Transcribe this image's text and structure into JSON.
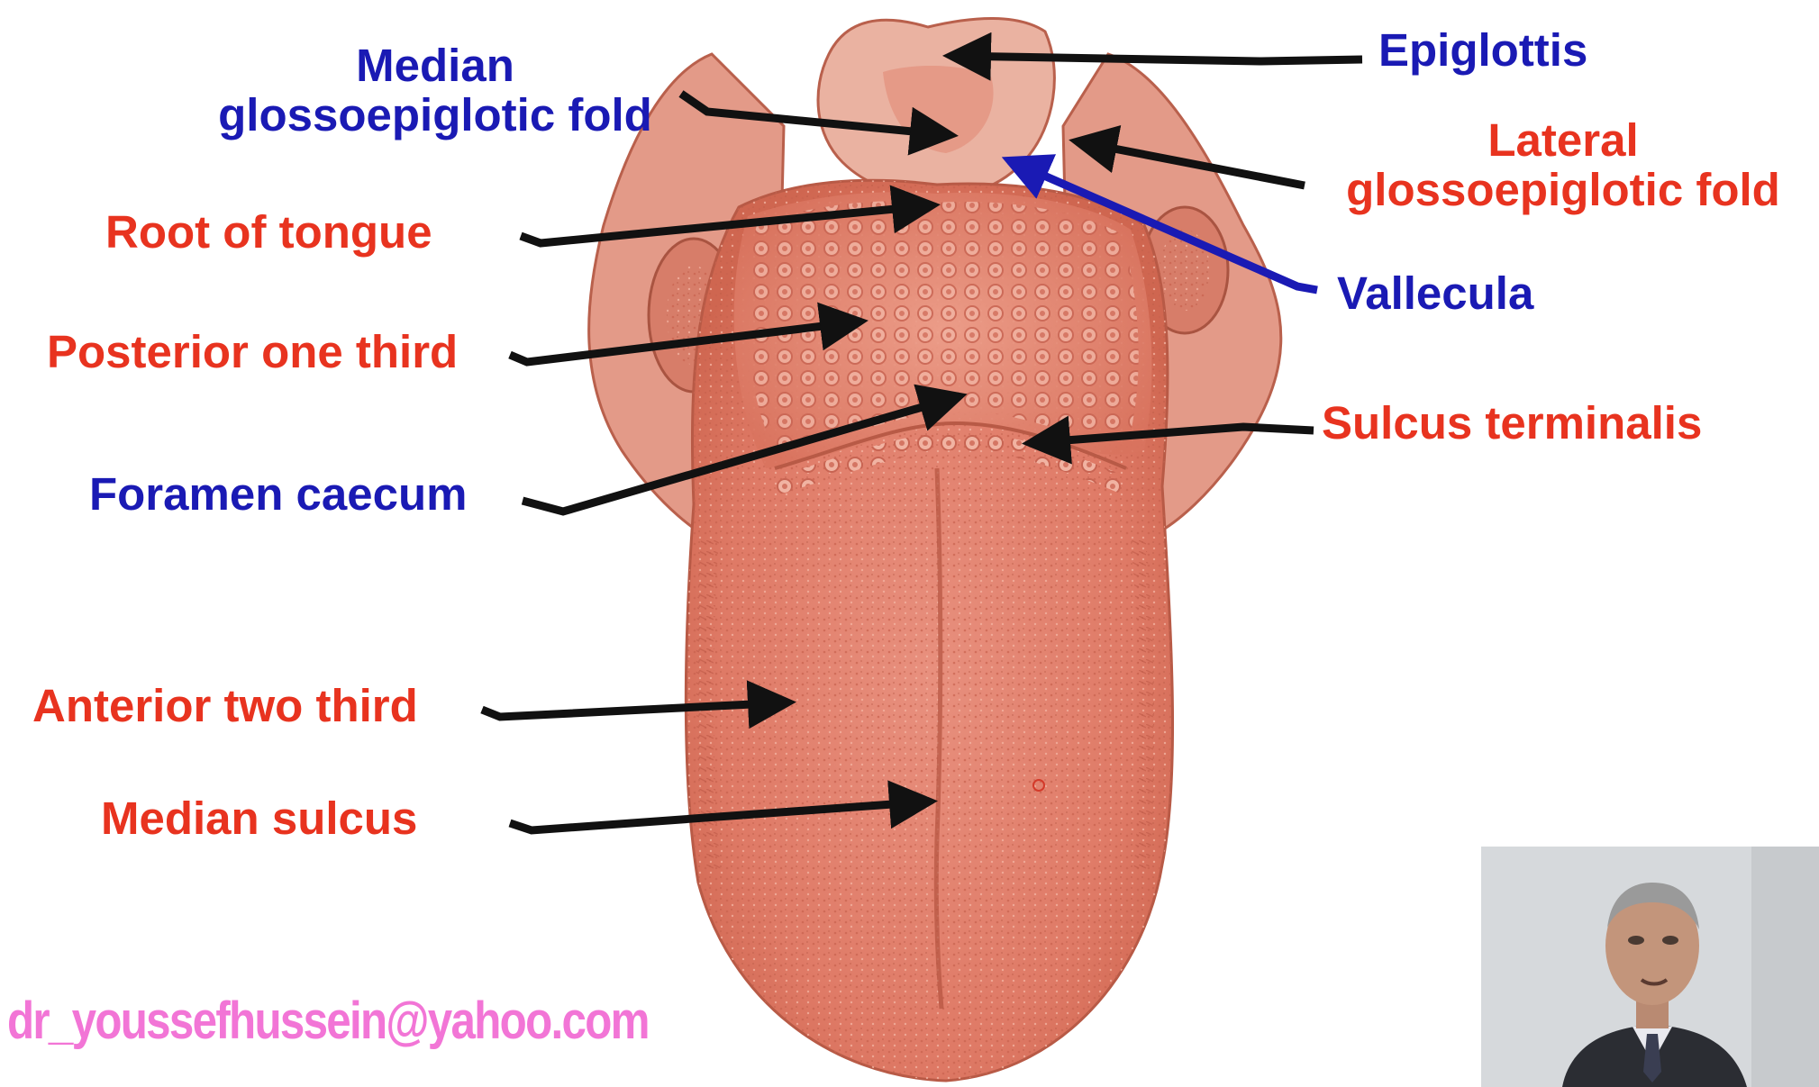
{
  "labels": {
    "epiglottis": "Epiglottis",
    "median_fold_line1": "Median",
    "median_fold_line2": "glossoepiglotic fold",
    "lateral_fold_line1": "Lateral",
    "lateral_fold_line2": "glossoepiglotic fold",
    "root_of_tongue": "Root of tongue",
    "vallecula": "Vallecula",
    "posterior_one_third": "Posterior one third",
    "sulcus_terminalis": "Sulcus terminalis",
    "foramen_caecum": "Foramen caecum",
    "anterior_two_third": "Anterior two third",
    "median_sulcus": "Median sulcus"
  },
  "footer": {
    "email": "dr_youssefhussein@yahoo.com"
  },
  "colors": {
    "red_label": "#e8331f",
    "blue_label": "#1a1ab4",
    "email": "#f275d6",
    "tongue": "#e07b68",
    "arrow_black": "#111111",
    "arrow_blue": "#1a1ab4"
  },
  "webcam": {
    "description_icon": "presenter-video-icon"
  }
}
